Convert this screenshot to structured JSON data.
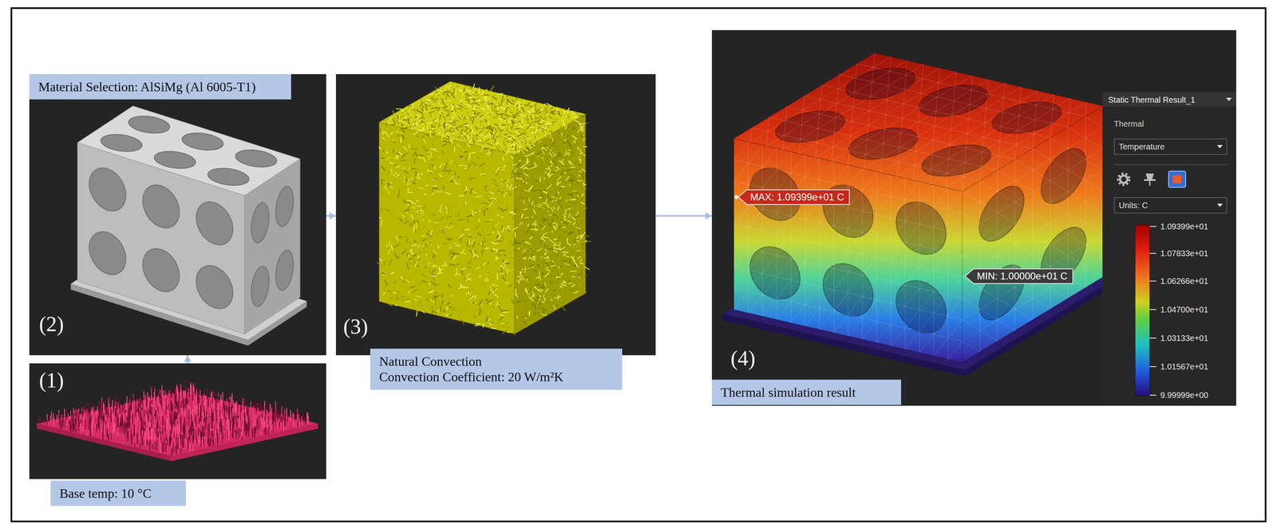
{
  "diagram": {
    "nodes": [
      {
        "text": [
          "(1)",
          "Base temp: 10 °C"
        ]
      },
      {
        "text": [
          "Material Selection: AlSiMg (Al 6005-T1)",
          "(2)"
        ]
      },
      {
        "text": [
          "(3)",
          "Natural Convection",
          "Convection Coefficient: 20 W/m²K"
        ]
      },
      {
        "text": [
          "(4)",
          "Thermal simulation result"
        ]
      },
      {
        "text": [
          "MAX: 1.09399e+01 C"
        ],
        "in": 3
      },
      {
        "text": [
          "MIN: 1.00000e+01 C"
        ],
        "in": 3
      },
      {
        "text": [
          "Static Thermal Result_1",
          "Thermal"
        ],
        "in": 3
      },
      {
        "text": [
          "Temperature"
        ],
        "in": 6
      },
      {
        "text": [
          "Units: C"
        ],
        "in": 6
      }
    ],
    "edges": [
      {
        "from": 0,
        "to": 1,
        "arrow": "to"
      },
      {
        "from": 1,
        "to": 2,
        "arrow": "to"
      },
      {
        "from": 2,
        "to": 3,
        "arrow": "to"
      }
    ],
    "labels": [
      "1.09399e+01",
      "1.07833e+01",
      "1.06266e+01",
      "1.04700e+01",
      "1.03133e+01",
      "1.01567e+01",
      "9.99999e+00"
    ]
  }
}
